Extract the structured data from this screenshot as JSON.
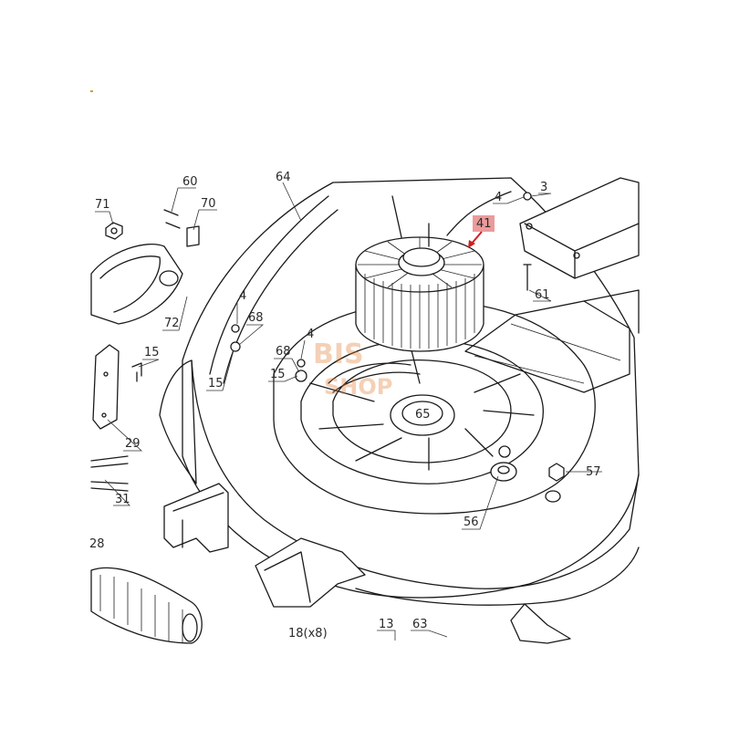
{
  "diagram": {
    "callouts": {
      "c71": "71",
      "c60": "60",
      "c70": "70",
      "c64": "64",
      "c4a": "4",
      "c3": "3",
      "c41": "41",
      "c72": "72",
      "c4b": "4",
      "c68a": "68",
      "c61": "61",
      "c4c": "4",
      "c15a": "15",
      "c68b": "68",
      "c15b": "15",
      "c15c": "15",
      "c29": "29",
      "c65": "65",
      "c57": "57",
      "c31": "31",
      "c56": "56",
      "c28": "28",
      "c18": "18(x8)",
      "c13": "13",
      "c63": "63"
    },
    "highlighted_part": "41",
    "watermark": {
      "line1": "BIS",
      "line2": "SHOP"
    },
    "colors": {
      "highlight": "#e88a8a",
      "watermark": "#e07a30",
      "lines": "#1a1a1a"
    }
  }
}
